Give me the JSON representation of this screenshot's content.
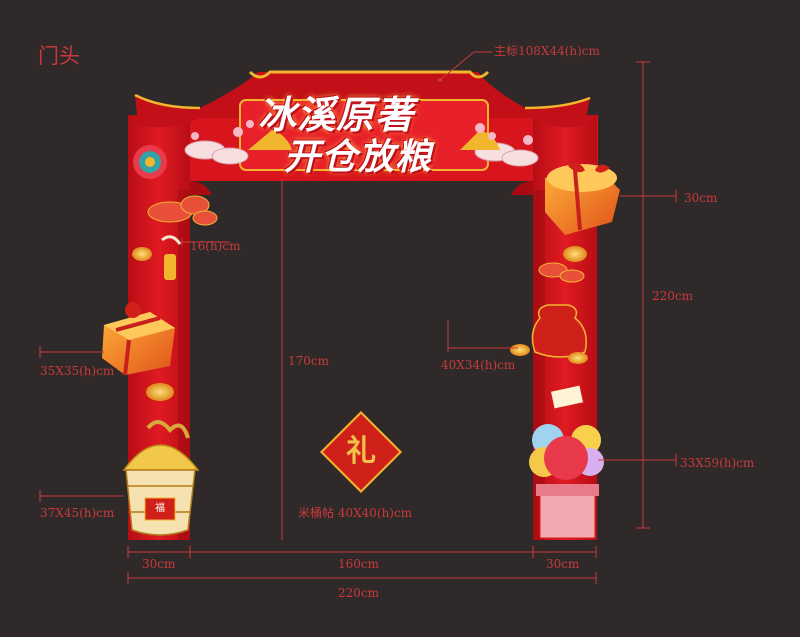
{
  "section_title": "门头",
  "banner": {
    "line1": "冰溪原著",
    "line2": "开仓放粮"
  },
  "door_sticker": {
    "character": "礼",
    "label": "米桶帖 40X40(h)cm"
  },
  "rice_barrel_tag": "福",
  "dimensions": {
    "main_title": "主标108X44(h)cm",
    "lantern": "16(h)cm",
    "gift_left": "35X35(h)cm",
    "rice_barrel": "37X45(h)cm",
    "inner_height": "170cm",
    "money_bag": "40X34(h)cm",
    "gift_right": "30cm",
    "total_height": "220cm",
    "balloons": "33X59(h)cm",
    "left_pillar": "30cm",
    "inner_width": "160cm",
    "right_pillar": "30cm",
    "total_width": "220cm"
  },
  "colors": {
    "background": "#2f2929",
    "arch_red": "#d8141c",
    "gold": "#f2b62e",
    "dimension_line": "#c83a3a"
  }
}
